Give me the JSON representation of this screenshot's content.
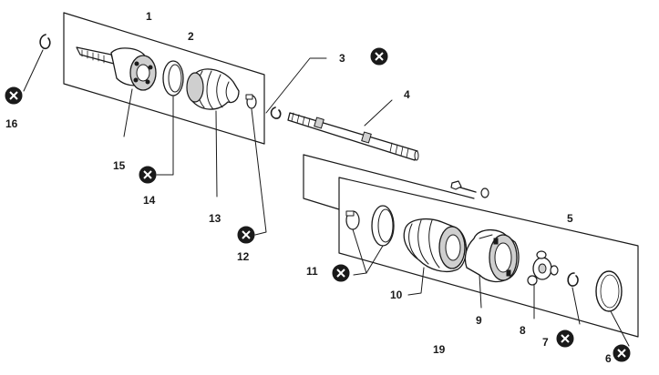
{
  "callouts": [
    "1",
    "2",
    "3",
    "4",
    "5",
    "6",
    "7",
    "8",
    "9",
    "10",
    "11",
    "12",
    "13",
    "14",
    "15",
    "16",
    "19"
  ],
  "replace_marker_icon": "circle-x-icon",
  "colors": {
    "ink": "#1a1a1a",
    "background": "#ffffff",
    "shade": "#cfcfcf"
  }
}
